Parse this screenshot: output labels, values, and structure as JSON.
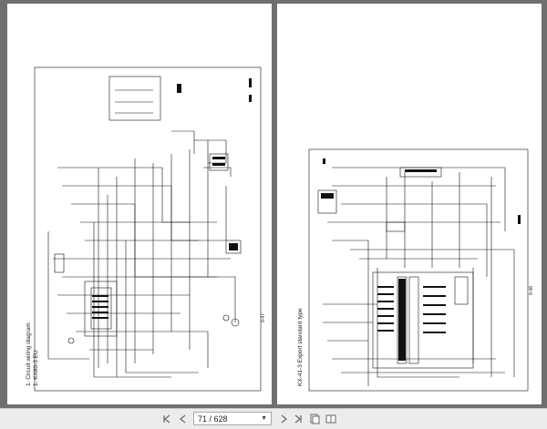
{
  "viewer": {
    "current_page": "71",
    "total_pages": "628",
    "separator": "/",
    "page_label": "71 / 628"
  },
  "pages": [
    {
      "title_line1": "1.  Circuit wiring diagram",
      "title_line2": "1.  KX80-3 EU",
      "page_number": "9-47"
    },
    {
      "title_line1": "KX-41-3 Export standard type",
      "page_number": "9-48"
    }
  ],
  "icons": {
    "first": "first-page-icon",
    "prev": "previous-page-icon",
    "next": "next-page-icon",
    "last": "last-page-icon",
    "single": "single-page-view-icon",
    "double": "two-page-view-icon",
    "dropdown": "chevron-down-icon"
  }
}
